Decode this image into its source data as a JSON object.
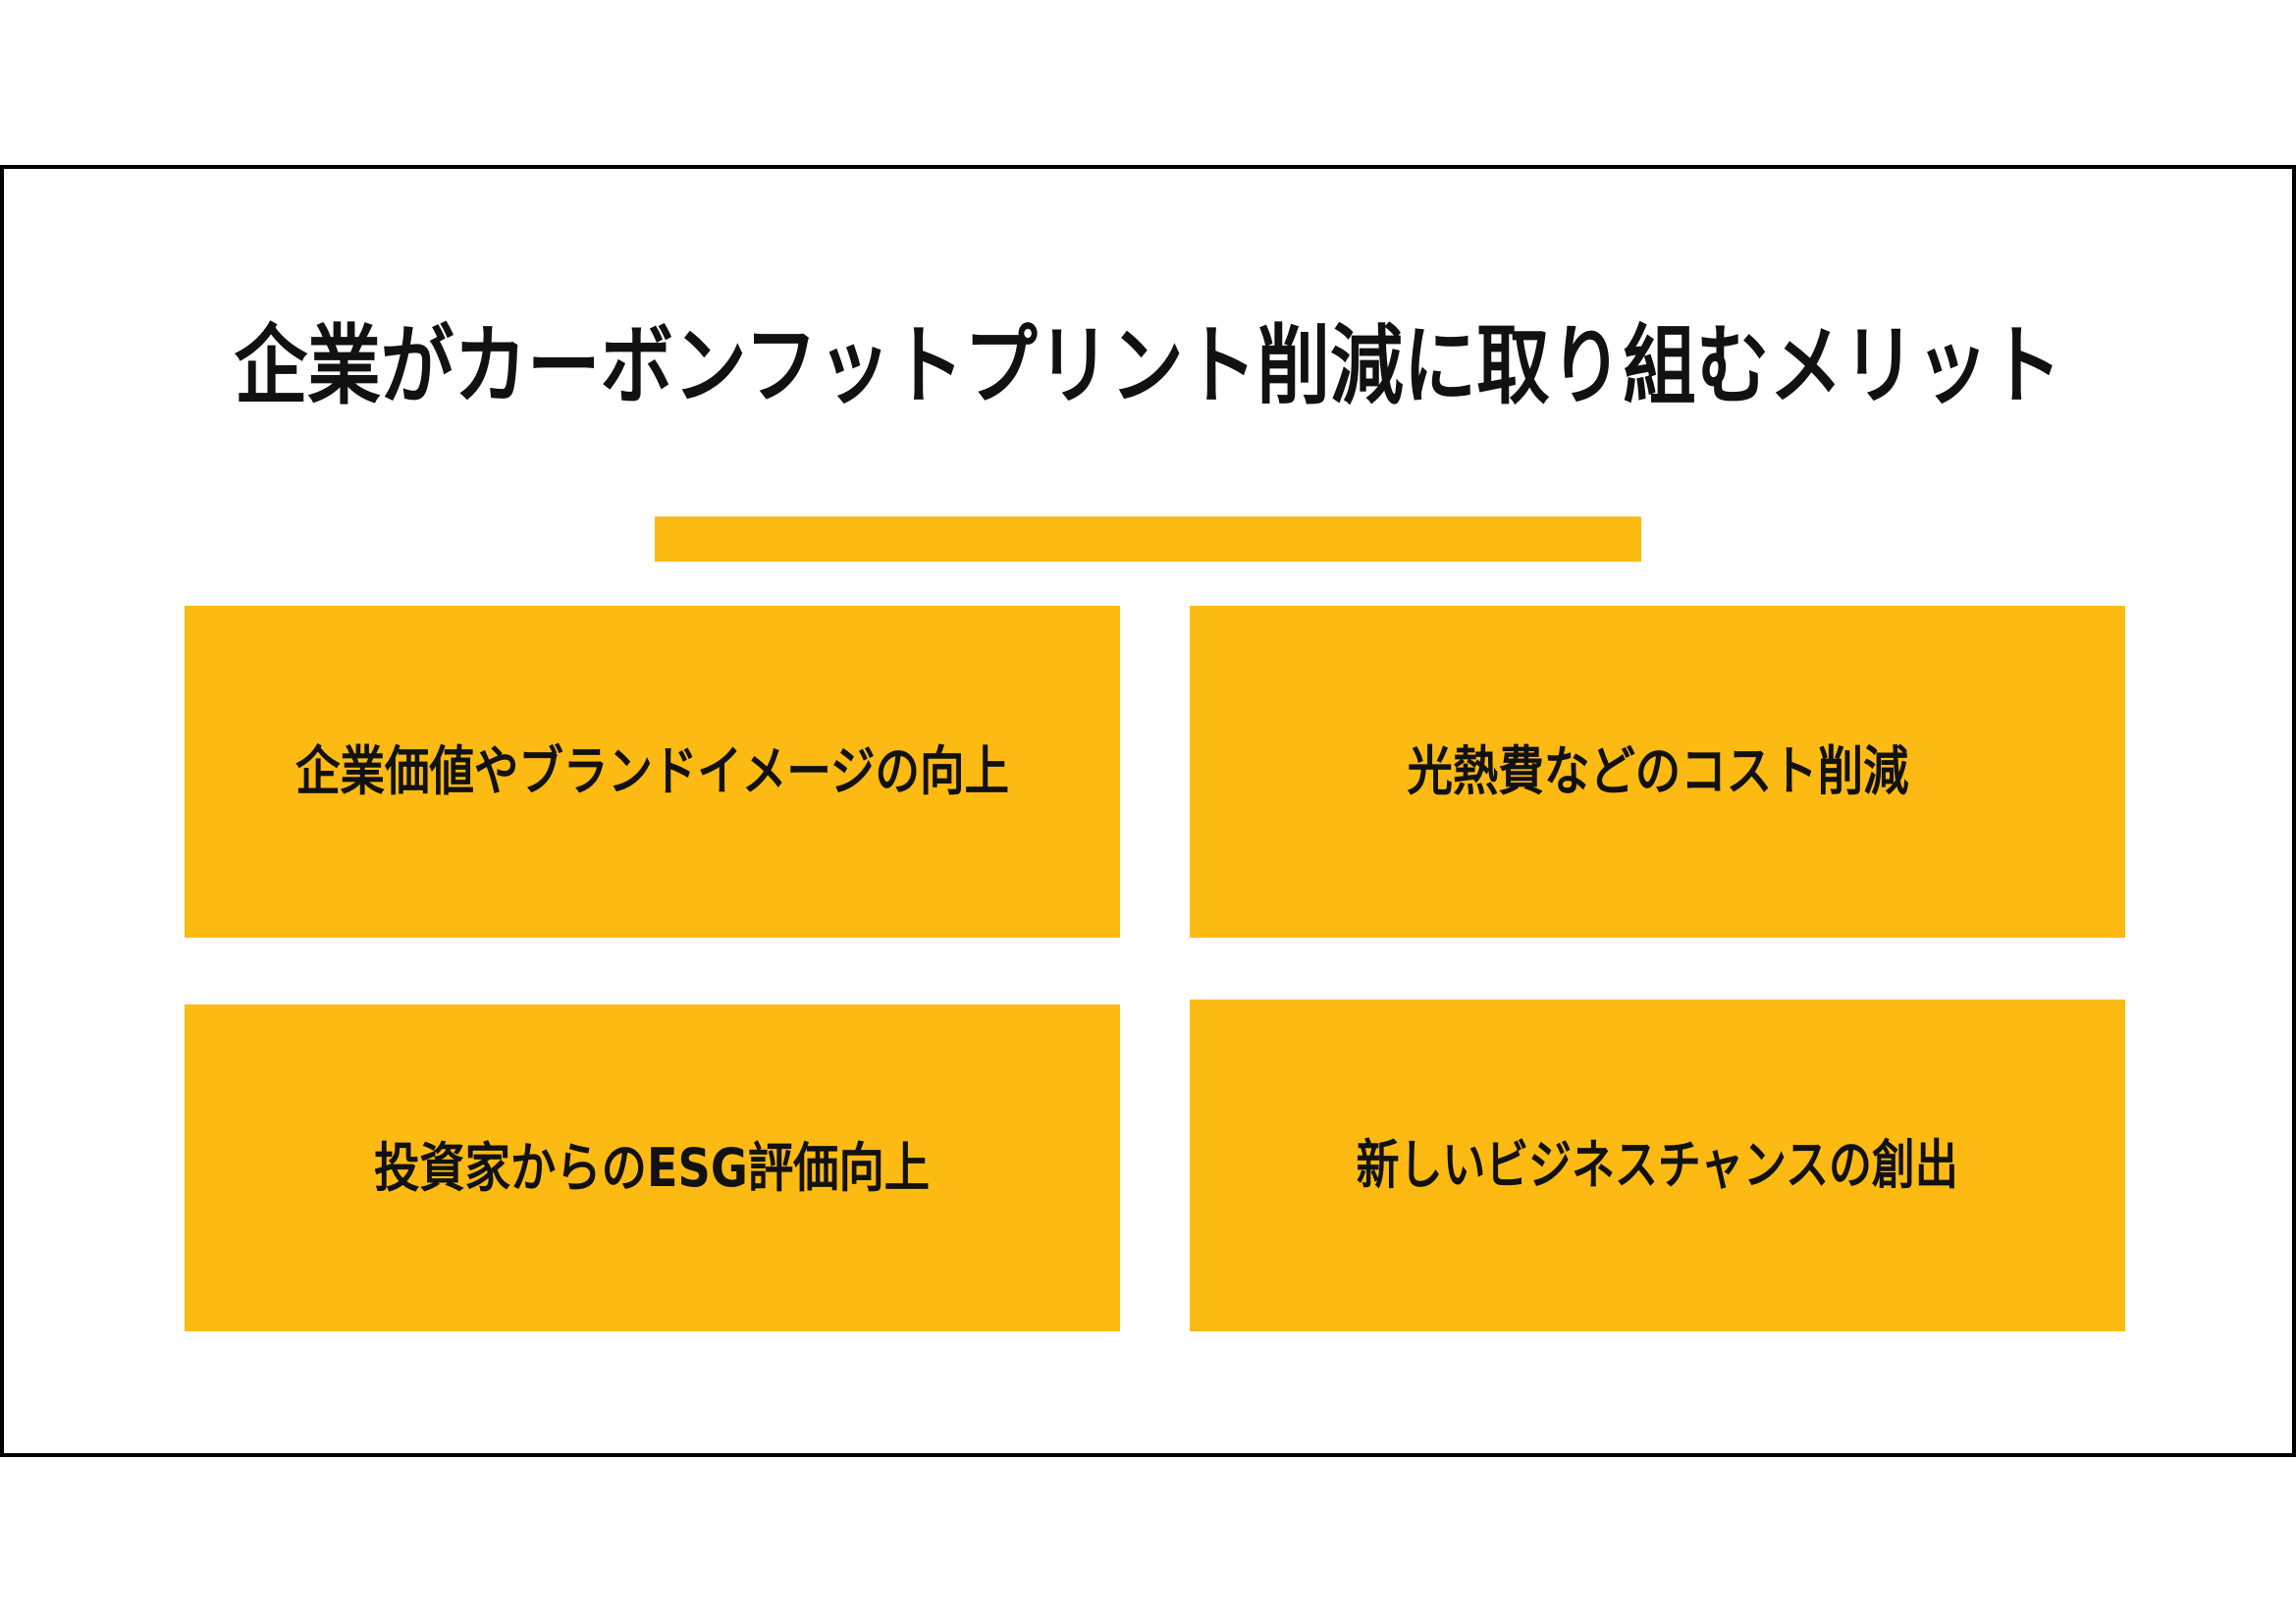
{
  "slide": {
    "title": "企業がカーボンフットプリント削減に取り組むメリット",
    "accent_color": "#FDBA12",
    "text_color": "#111111",
    "border_color": "#000000",
    "cards": [
      {
        "label": "企業価値やブランドイメージの向上"
      },
      {
        "label": "光熱費などのコスト削減"
      },
      {
        "label": "投資家からのESG評価向上"
      },
      {
        "label": "新しいビジネスチャンスの創出"
      }
    ]
  }
}
